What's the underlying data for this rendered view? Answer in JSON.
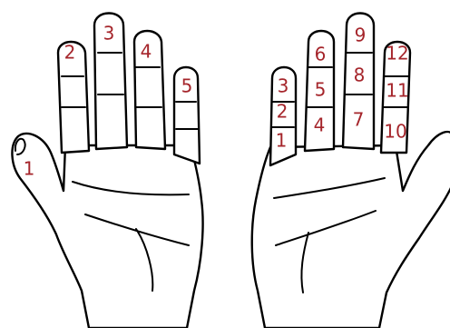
{
  "left_hand": {
    "labels": [
      "1",
      "2",
      "3",
      "4",
      "5"
    ]
  },
  "right_hand": {
    "labels": [
      "1",
      "2",
      "3",
      "4",
      "5",
      "6",
      "7",
      "8",
      "9",
      "10",
      "11",
      "12"
    ]
  },
  "colors": {
    "label": "#a5252b",
    "outline": "#000000",
    "fill": "#ffffff"
  }
}
